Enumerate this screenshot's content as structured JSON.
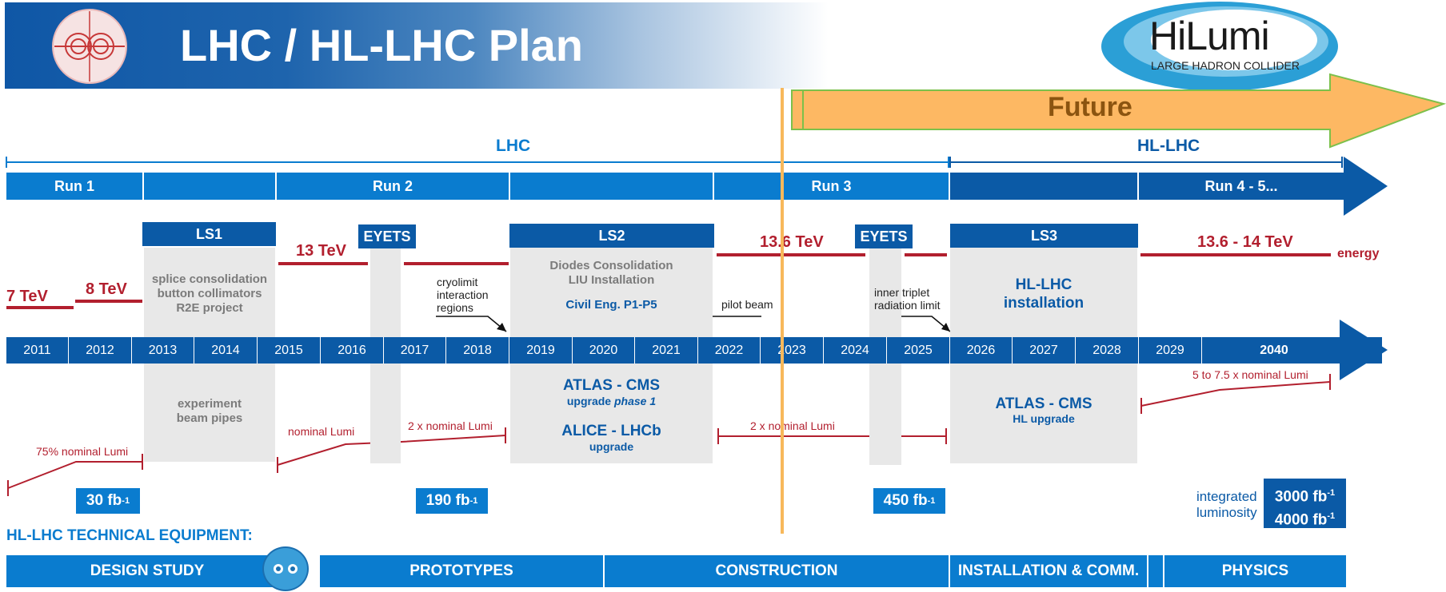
{
  "header": {
    "title": "LHC / HL-LHC Plan",
    "logo_sub": "LARGE HADRON COLLIDER",
    "logo_main": "HiLumi"
  },
  "future": {
    "label": "Future"
  },
  "eras": {
    "lhc": "LHC",
    "hllhc": "HL-LHC"
  },
  "runs": {
    "run1": "Run 1",
    "run2": "Run 2",
    "run3": "Run 3",
    "run45": "Run 4 - 5..."
  },
  "shutdowns": {
    "ls1": "LS1",
    "eyets1": "EYETS",
    "ls2": "LS2",
    "eyets2": "EYETS",
    "ls3": "LS3"
  },
  "energies": {
    "e1": "7 TeV",
    "e2": "8 TeV",
    "e3": "13 TeV",
    "e4": "13.6 TeV",
    "e5": "13.6 - 14 TeV",
    "label": "energy"
  },
  "notes": {
    "ls1_top": [
      "splice consolidation",
      "button collimators",
      "R2E project"
    ],
    "ls1_bottom": [
      "experiment",
      "beam pipes"
    ],
    "cryolimit": [
      "cryolimit",
      "interaction",
      "regions"
    ],
    "ls2_top": [
      "Diodes Consolidation",
      "LIU Installation"
    ],
    "ls2_civil": "Civil Eng. P1-P5",
    "pilot": "pilot beam",
    "triplet": [
      "inner triplet",
      "radiation limit"
    ],
    "ls3_top": [
      "HL-LHC",
      "installation"
    ],
    "ls2_atlas": "ATLAS - CMS",
    "ls2_atlas_sub": "upgrade",
    "ls2_atlas_phase": "phase 1",
    "ls2_alice": "ALICE - LHCb",
    "ls2_alice_sub": "upgrade",
    "ls3_atlas": "ATLAS - CMS",
    "ls3_atlas_sub": "HL upgrade"
  },
  "years": [
    "2011",
    "2012",
    "2013",
    "2014",
    "2015",
    "2016",
    "2017",
    "2018",
    "2019",
    "2020",
    "2021",
    "2022",
    "2023",
    "2024",
    "2025",
    "2026",
    "2027",
    "2028",
    "2029",
    "2040"
  ],
  "lumi": {
    "l1": "75% nominal Lumi",
    "l2": "nominal Lumi",
    "l3": "2 x nominal Lumi",
    "l4": "2 x nominal Lumi",
    "l5": "5 to 7.5 x nominal Lumi"
  },
  "integrated": {
    "b1": "30 fb",
    "b2": "190 fb",
    "b3": "450 fb",
    "b4": "3000 fb",
    "b5": "4000 fb",
    "sup": "-1",
    "label1": "integrated",
    "label2": "luminosity"
  },
  "equipment": {
    "heading": "HL-LHC TECHNICAL EQUIPMENT:",
    "phases": [
      "DESIGN STUDY",
      "PROTOTYPES",
      "CONSTRUCTION",
      "INSTALLATION & COMM.",
      "PHYSICS"
    ]
  },
  "colors": {
    "accent": "#0a7ccf",
    "dark": "#0b5aa6",
    "energy": "#b21f2e",
    "future": "#fdb863",
    "now": "#f7b85b"
  }
}
